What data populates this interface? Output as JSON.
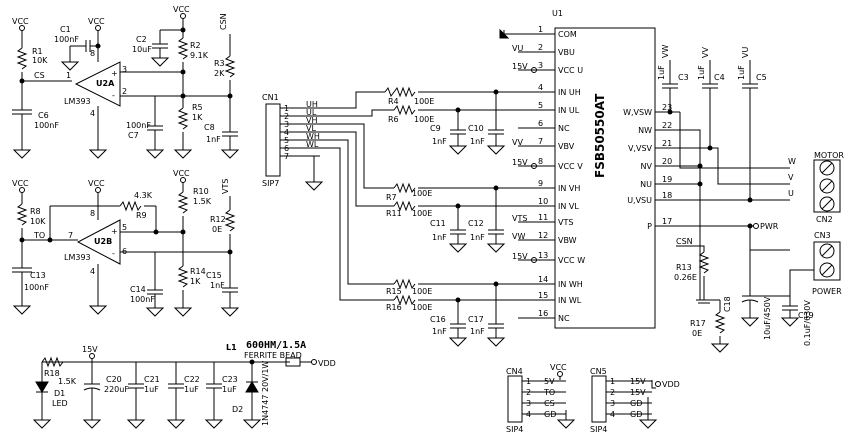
{
  "parts": {
    "C1": {
      "ref": "C1",
      "val": "100nF"
    },
    "C2": {
      "ref": "C2",
      "val": "10uF"
    },
    "R1": {
      "ref": "R1",
      "val": "10K"
    },
    "R2": {
      "ref": "R2",
      "val": "9.1K"
    },
    "R3": {
      "ref": "R3",
      "val": "2K"
    },
    "C6": {
      "ref": "C6",
      "val": "100nF"
    },
    "R5": {
      "ref": "R5",
      "val": "1K"
    },
    "C7": {
      "ref": "C7",
      "val": "100nF"
    },
    "C8": {
      "ref": "C8",
      "val": "1nF"
    },
    "R8": {
      "ref": "R8",
      "val": "10K"
    },
    "R9": {
      "ref": "R9",
      "val": "4.3K"
    },
    "R10": {
      "ref": "R10",
      "val": "1.5K"
    },
    "R12": {
      "ref": "R12",
      "val": "0E"
    },
    "C13": {
      "ref": "C13",
      "val": "100nF"
    },
    "R14": {
      "ref": "R14",
      "val": "1K"
    },
    "C14": {
      "ref": "C14",
      "val": "100nF"
    },
    "C15": {
      "ref": "C15",
      "val": "1nF"
    },
    "R4": {
      "ref": "R4",
      "val": "100E"
    },
    "R6": {
      "ref": "R6",
      "val": "100E"
    },
    "R7": {
      "ref": "R7",
      "val": "100E"
    },
    "R11": {
      "ref": "R11",
      "val": "100E"
    },
    "R15": {
      "ref": "R15",
      "val": "100E"
    },
    "R16": {
      "ref": "R16",
      "val": "100E"
    },
    "C9": {
      "ref": "C9",
      "val": "1nF"
    },
    "C10": {
      "ref": "C10",
      "val": "1nF"
    },
    "C11": {
      "ref": "C11",
      "val": "1nF"
    },
    "C12": {
      "ref": "C12",
      "val": "1nF"
    },
    "C16": {
      "ref": "C16",
      "val": "1nF"
    },
    "C17": {
      "ref": "C17",
      "val": "1nF"
    },
    "C3": {
      "ref": "C3",
      "val": "1uF"
    },
    "C4": {
      "ref": "C4",
      "val": "1uF"
    },
    "C5": {
      "ref": "C5",
      "val": "1uF"
    },
    "R13": {
      "ref": "R13",
      "val": "0.26E"
    },
    "R17": {
      "ref": "R17",
      "val": "0E"
    },
    "C18": {
      "ref": "C18",
      "val": "10uF/450V"
    },
    "C19": {
      "ref": "C19",
      "val": "0.1uF/630V"
    },
    "R18": {
      "ref": "R18",
      "val": "1.5K"
    },
    "D1": {
      "ref": "D1",
      "val": "LED"
    },
    "C20": {
      "ref": "C20",
      "val": "220uF"
    },
    "C21": {
      "ref": "C21",
      "val": "1uF"
    },
    "C22": {
      "ref": "C22",
      "val": "1uF"
    },
    "C23": {
      "ref": "C23",
      "val": "1uF"
    },
    "D2": {
      "ref": "D2",
      "val": "1N4747 20V/1W"
    },
    "L1": {
      "ref": "L1",
      "val": "600HM/1.5A",
      "desc": "FERRITE BEAD"
    }
  },
  "opamps": {
    "U2A": {
      "ref": "U2A",
      "part": "LM393",
      "p1": "1",
      "p2": "2",
      "p3": "3",
      "p4": "4",
      "p8": "8"
    },
    "U2B": {
      "ref": "U2B",
      "part": "LM393",
      "p5": "5",
      "p6": "6",
      "p7": "7",
      "p4": "4",
      "p8": "8"
    }
  },
  "nets": {
    "vcc": "VCC",
    "cs": "CS",
    "to": "TO",
    "csn": "CSN",
    "vts": "VTS",
    "v15": "15V",
    "vdd": "VDD",
    "vu": "VU",
    "vv": "VV",
    "vw": "VW",
    "pwr": "PWR",
    "w": "W",
    "v": "V",
    "u": "U",
    "gd": "GD",
    "5v": "5V",
    "15v": "15V"
  },
  "cn1": {
    "ref": "CN1",
    "type": "SIP7",
    "pins": [
      {
        "n": "1",
        "sig": "UH"
      },
      {
        "n": "2",
        "sig": "UL"
      },
      {
        "n": "3",
        "sig": "VH"
      },
      {
        "n": "4",
        "sig": "VL"
      },
      {
        "n": "5",
        "sig": "WH"
      },
      {
        "n": "6",
        "sig": "WL"
      },
      {
        "n": "7",
        "sig": ""
      }
    ]
  },
  "u1": {
    "ref": "U1",
    "part": "FSB50550AT",
    "left_pins": [
      {
        "n": "1",
        "name": "COM",
        "net": ""
      },
      {
        "n": "2",
        "name": "VBU",
        "net": "VU"
      },
      {
        "n": "3",
        "name": "VCC U",
        "net": "15V"
      },
      {
        "n": "4",
        "name": "IN UH",
        "net": ""
      },
      {
        "n": "5",
        "name": "IN UL",
        "net": ""
      },
      {
        "n": "6",
        "name": "NC",
        "net": ""
      },
      {
        "n": "7",
        "name": "VBV",
        "net": "VV"
      },
      {
        "n": "8",
        "name": "VCC V",
        "net": "15V"
      },
      {
        "n": "9",
        "name": "IN VH",
        "net": ""
      },
      {
        "n": "10",
        "name": "IN VL",
        "net": ""
      },
      {
        "n": "11",
        "name": "VTS",
        "net": "VTS"
      },
      {
        "n": "12",
        "name": "VBW",
        "net": "VW"
      },
      {
        "n": "13",
        "name": "VCC W",
        "net": "15V"
      },
      {
        "n": "14",
        "name": "IN WH",
        "net": ""
      },
      {
        "n": "15",
        "name": "IN WL",
        "net": ""
      },
      {
        "n": "16",
        "name": "NC",
        "net": ""
      }
    ],
    "right_pins": [
      {
        "n": "23",
        "name": "W,VSW"
      },
      {
        "n": "22",
        "name": "NW"
      },
      {
        "n": "21",
        "name": "V,VSV"
      },
      {
        "n": "20",
        "name": "NV"
      },
      {
        "n": "19",
        "name": "NU"
      },
      {
        "n": "18",
        "name": "U,VSU"
      },
      {
        "n": "17",
        "name": "P"
      }
    ]
  },
  "bootstrap": {
    "c3_net": "VW",
    "c4_net": "VV",
    "c5_net": "VU"
  },
  "cn2": {
    "ref": "CN2",
    "label": "MOTOR"
  },
  "cn3": {
    "ref": "CN3",
    "label": "POWER"
  },
  "cn4": {
    "ref": "CN4",
    "type": "SIP4",
    "pins": [
      {
        "n": "1",
        "sig": "5V"
      },
      {
        "n": "2",
        "sig": "TO"
      },
      {
        "n": "3",
        "sig": "CS"
      },
      {
        "n": "4",
        "sig": "GD"
      }
    ]
  },
  "cn5": {
    "ref": "CN5",
    "type": "SIP4",
    "pins": [
      {
        "n": "1",
        "sig": "15V"
      },
      {
        "n": "2",
        "sig": "15V"
      },
      {
        "n": "3",
        "sig": "GD"
      },
      {
        "n": "4",
        "sig": "GD"
      }
    ]
  }
}
